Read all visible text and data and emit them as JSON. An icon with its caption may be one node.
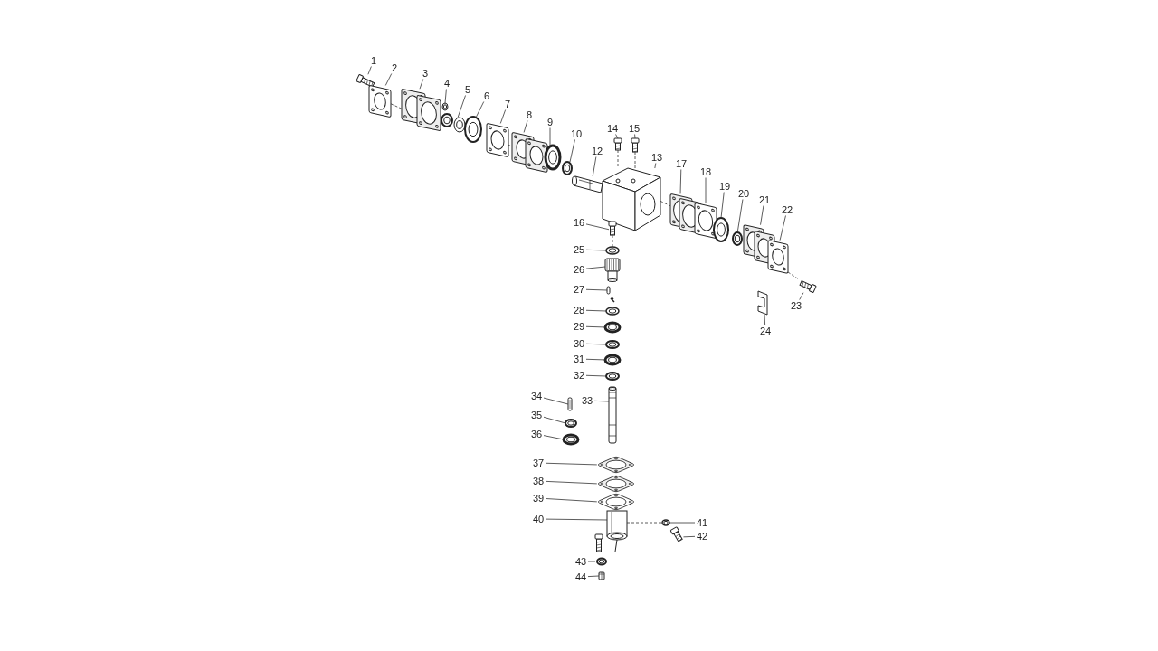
{
  "diagram": {
    "nodes": [
      {
        "text": [
          "1"
        ]
      },
      {
        "text": [
          "2"
        ]
      },
      {
        "text": [
          "3"
        ]
      },
      {
        "text": [
          "4"
        ]
      },
      {
        "text": [
          "5"
        ]
      },
      {
        "text": [
          "6"
        ]
      },
      {
        "text": [
          "7"
        ]
      },
      {
        "text": [
          "8"
        ]
      },
      {
        "text": [
          "9"
        ]
      },
      {
        "text": [
          "10"
        ]
      },
      {
        "text": [
          "12"
        ]
      },
      {
        "text": [
          "13"
        ]
      },
      {
        "text": [
          "14"
        ]
      },
      {
        "text": [
          "15"
        ]
      },
      {
        "text": [
          "16"
        ]
      },
      {
        "text": [
          "17"
        ]
      },
      {
        "text": [
          "18"
        ]
      },
      {
        "text": [
          "19"
        ]
      },
      {
        "text": [
          "20"
        ]
      },
      {
        "text": [
          "21"
        ]
      },
      {
        "text": [
          "22"
        ]
      },
      {
        "text": [
          "23"
        ]
      },
      {
        "text": [
          "24"
        ]
      },
      {
        "text": [
          "25"
        ]
      },
      {
        "text": [
          "26"
        ]
      },
      {
        "text": [
          "27"
        ]
      },
      {
        "text": [
          "28"
        ]
      },
      {
        "text": [
          "29"
        ]
      },
      {
        "text": [
          "30"
        ]
      },
      {
        "text": [
          "31"
        ]
      },
      {
        "text": [
          "32"
        ]
      },
      {
        "text": [
          "33"
        ]
      },
      {
        "text": [
          "34"
        ]
      },
      {
        "text": [
          "35"
        ]
      },
      {
        "text": [
          "36"
        ]
      },
      {
        "text": [
          "37"
        ]
      },
      {
        "text": [
          "38"
        ]
      },
      {
        "text": [
          "39"
        ]
      },
      {
        "text": [
          "40"
        ]
      },
      {
        "text": [
          "41"
        ]
      },
      {
        "text": [
          "42"
        ]
      },
      {
        "text": [
          "43"
        ]
      },
      {
        "text": [
          "44"
        ]
      },
      {
        "text": [],
        "shape": "picture"
      },
      {
        "text": [],
        "shape": "picture"
      },
      {
        "text": [],
        "shape": "picture"
      },
      {
        "text": [],
        "shape": "picture"
      },
      {
        "text": [],
        "shape": "picture"
      },
      {
        "text": [],
        "shape": "picture"
      },
      {
        "text": [],
        "shape": "picture"
      },
      {
        "text": [],
        "shape": "picture"
      },
      {
        "text": [],
        "shape": "picture"
      },
      {
        "text": [],
        "shape": "picture"
      },
      {
        "text": [],
        "shape": "picture"
      },
      {
        "text": [],
        "shape": "picture"
      },
      {
        "text": [],
        "shape": "picture"
      },
      {
        "text": [],
        "shape": "picture"
      },
      {
        "text": [],
        "shape": "picture"
      },
      {
        "text": [],
        "shape": "picture"
      },
      {
        "text": [],
        "shape": "picture"
      },
      {
        "text": [],
        "shape": "picture"
      },
      {
        "text": [],
        "shape": "picture"
      },
      {
        "text": [],
        "shape": "picture"
      },
      {
        "text": [],
        "shape": "picture"
      },
      {
        "text": [],
        "shape": "picture"
      },
      {
        "text": [],
        "shape": "picture"
      },
      {
        "text": [],
        "shape": "picture"
      },
      {
        "text": [],
        "shape": "picture"
      },
      {
        "text": [],
        "shape": "picture"
      },
      {
        "text": [],
        "shape": "picture"
      },
      {
        "text": [],
        "shape": "picture"
      },
      {
        "text": [],
        "shape": "picture"
      },
      {
        "text": [],
        "shape": "picture"
      },
      {
        "text": [],
        "shape": "picture"
      },
      {
        "text": [],
        "shape": "picture"
      },
      {
        "text": [],
        "shape": "picture"
      },
      {
        "text": [],
        "shape": "picture"
      },
      {
        "text": [],
        "shape": "picture"
      },
      {
        "text": [],
        "shape": "picture"
      },
      {
        "text": [],
        "shape": "picture"
      },
      {
        "text": [],
        "shape": "picture"
      },
      {
        "text": [],
        "shape": "picture"
      },
      {
        "text": [],
        "shape": "picture"
      },
      {
        "text": [],
        "shape": "picture"
      },
      {
        "text": [],
        "shape": "picture"
      },
      {
        "text": [],
        "shape": "picture"
      }
    ],
    "edges": [
      {
        "from": 0,
        "to": 43,
        "arrow": "none"
      },
      {
        "from": 1,
        "to": 44,
        "arrow": "none"
      },
      {
        "from": 2,
        "to": 45,
        "arrow": "none"
      },
      {
        "from": 3,
        "to": 46,
        "arrow": "none"
      },
      {
        "from": 4,
        "to": 47,
        "arrow": "none"
      },
      {
        "from": 5,
        "to": 48,
        "arrow": "none"
      },
      {
        "from": 6,
        "to": 49,
        "arrow": "none"
      },
      {
        "from": 7,
        "to": 50,
        "arrow": "none"
      },
      {
        "from": 8,
        "to": 51,
        "arrow": "none"
      },
      {
        "from": 9,
        "to": 52,
        "arrow": "none"
      },
      {
        "from": 10,
        "to": 53,
        "arrow": "none"
      },
      {
        "from": 11,
        "to": 54,
        "arrow": "none"
      },
      {
        "from": 12,
        "to": 55,
        "arrow": "none"
      },
      {
        "from": 13,
        "to": 56,
        "arrow": "none"
      },
      {
        "from": 14,
        "to": 57,
        "arrow": "none"
      },
      {
        "from": 15,
        "to": 58,
        "arrow": "none"
      },
      {
        "from": 16,
        "to": 59,
        "arrow": "none"
      },
      {
        "from": 17,
        "to": 60,
        "arrow": "none"
      },
      {
        "from": 18,
        "to": 61,
        "arrow": "none"
      },
      {
        "from": 19,
        "to": 62,
        "arrow": "none"
      },
      {
        "from": 20,
        "to": 63,
        "arrow": "none"
      },
      {
        "from": 21,
        "to": 64,
        "arrow": "none"
      },
      {
        "from": 22,
        "to": 65,
        "arrow": "none"
      },
      {
        "from": 23,
        "to": 66,
        "arrow": "none"
      },
      {
        "from": 24,
        "to": 67,
        "arrow": "none"
      },
      {
        "from": 25,
        "to": 68,
        "arrow": "none"
      },
      {
        "from": 26,
        "to": 69,
        "arrow": "none"
      },
      {
        "from": 27,
        "to": 70,
        "arrow": "none"
      },
      {
        "from": 28,
        "to": 71,
        "arrow": "none"
      },
      {
        "from": 29,
        "to": 72,
        "arrow": "none"
      },
      {
        "from": 30,
        "to": 73,
        "arrow": "none"
      },
      {
        "from": 31,
        "to": 74,
        "arrow": "none"
      },
      {
        "from": 32,
        "to": 75,
        "arrow": "none"
      },
      {
        "from": 33,
        "to": 76,
        "arrow": "none"
      },
      {
        "from": 34,
        "to": 77,
        "arrow": "none"
      },
      {
        "from": 35,
        "to": 78,
        "arrow": "none"
      },
      {
        "from": 36,
        "to": 79,
        "arrow": "none"
      },
      {
        "from": 37,
        "to": 80,
        "arrow": "none"
      },
      {
        "from": 38,
        "to": 81,
        "arrow": "none"
      },
      {
        "from": 39,
        "to": 82,
        "arrow": "none"
      },
      {
        "from": 40,
        "to": 83,
        "arrow": "none"
      },
      {
        "from": 41,
        "to": 84,
        "arrow": "none"
      },
      {
        "from": 42,
        "to": 85,
        "arrow": "none"
      },
      {
        "from": 44,
        "to": 45,
        "arrow": "none",
        "style": "dashed"
      },
      {
        "from": 49,
        "to": 50,
        "arrow": "none",
        "style": "dashed"
      },
      {
        "from": 55,
        "to": 54,
        "arrow": "none",
        "style": "dashed"
      },
      {
        "from": 56,
        "to": 54,
        "arrow": "none",
        "style": "dashed"
      },
      {
        "from": 54,
        "to": 58,
        "arrow": "none",
        "style": "dashed"
      },
      {
        "from": 63,
        "to": 64,
        "arrow": "none",
        "style": "dashed"
      },
      {
        "from": 57,
        "to": 66,
        "arrow": "none",
        "style": "dashed"
      },
      {
        "from": 81,
        "to": 82,
        "arrow": "none",
        "style": "dashed"
      }
    ]
  }
}
